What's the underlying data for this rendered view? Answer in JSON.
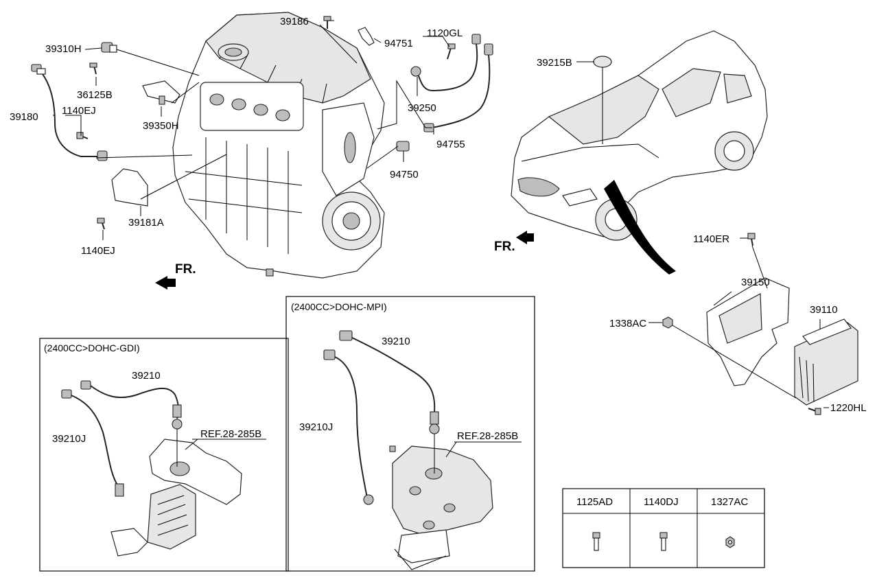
{
  "callouts": {
    "c39186": "39186",
    "c94751": "94751",
    "c1120GL": "1120GL",
    "c39310H": "39310H",
    "c36125B": "36125B",
    "c39180": "39180",
    "c1140EJ_a": "1140EJ",
    "c39350H": "39350H",
    "c39250": "39250",
    "c94755": "94755",
    "c94750": "94750",
    "c39181A": "39181A",
    "c1140EJ_b": "1140EJ",
    "c39215B": "39215B",
    "c1140ER": "1140ER",
    "c39150": "39150",
    "c39110": "39110",
    "c1338AC": "1338AC",
    "c1220HL": "1220HL",
    "gdi_39210": "39210",
    "gdi_39210J": "39210J",
    "gdi_ref": "REF.28-285B",
    "mpi_39210": "39210",
    "mpi_39210J": "39210J",
    "mpi_ref": "REF.28-285B"
  },
  "direction_labels": {
    "engine_front": "FR.",
    "vehicle_front": "FR."
  },
  "boxes": {
    "gdi_title": "(2400CC>DOHC-GDI)",
    "mpi_title": "(2400CC>DOHC-MPI)"
  },
  "fastener_table": {
    "headers": [
      "1125AD",
      "1140DJ",
      "1327AC"
    ],
    "icons": [
      "bolt-icon",
      "bolt-icon",
      "nut-icon"
    ]
  }
}
